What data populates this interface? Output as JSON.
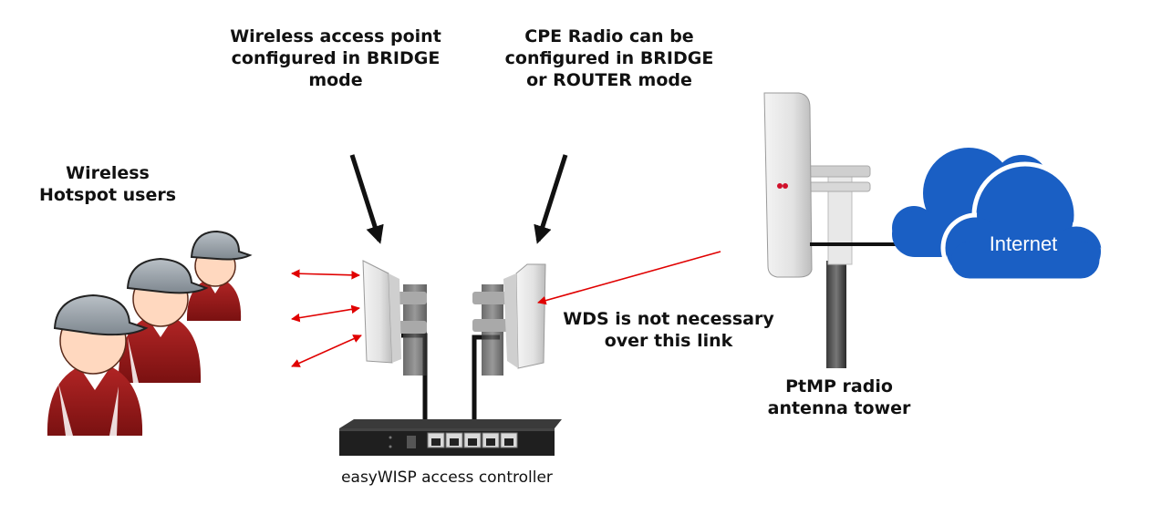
{
  "labels": {
    "ap_line1": "Wireless access point",
    "ap_line2": "configured in BRIDGE",
    "ap_line3": "mode",
    "cpe_line1": "CPE Radio can be",
    "cpe_line2": "configured in BRIDGE",
    "cpe_line3": "or ROUTER mode",
    "users_line1": "Wireless",
    "users_line2": "Hotspot users",
    "wds_line1": "WDS is not necessary",
    "wds_line2": "over this link",
    "tower_line1": "PtMP radio",
    "tower_line2": "antenna tower",
    "controller": "easyWISP access controller",
    "cloud": "Internet"
  },
  "colors": {
    "arrow_red": "#e00000",
    "cloud_blue": "#1a5fc4",
    "user_shirt": "#9b1b1b",
    "user_cap": "#9aa3ab"
  },
  "icons": [
    "users-icon",
    "access-point-icon",
    "cpe-radio-icon",
    "controller-switch-icon",
    "tower-antenna-icon",
    "cloud-icon"
  ]
}
